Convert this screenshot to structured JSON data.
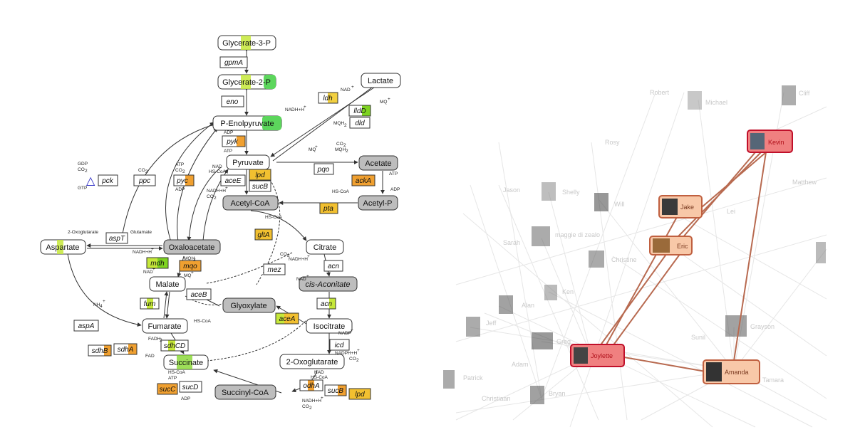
{
  "pathway": {
    "metabolites": [
      {
        "id": "glycerate3p",
        "label": "Glycerate-3-P"
      },
      {
        "id": "glycerate2p",
        "label": "Glycerate-2-P"
      },
      {
        "id": "pep",
        "label": "P-Enolpyruvate"
      },
      {
        "id": "lactate",
        "label": "Lactate"
      },
      {
        "id": "pyruvate",
        "label": "Pyruvate"
      },
      {
        "id": "acetate",
        "label": "Acetate"
      },
      {
        "id": "acetylp",
        "label": "Acetyl-P"
      },
      {
        "id": "acetylcoa",
        "label": "Acetyl-CoA"
      },
      {
        "id": "aspartate",
        "label": "Aspartate"
      },
      {
        "id": "oxaloacetate",
        "label": "Oxaloacetate"
      },
      {
        "id": "citrate",
        "label": "Citrate"
      },
      {
        "id": "malate",
        "label": "Malate"
      },
      {
        "id": "cisaconitate",
        "label": "cis-Aconitate"
      },
      {
        "id": "glyoxylate",
        "label": "Glyoxylate"
      },
      {
        "id": "isocitrate",
        "label": "Isocitrate"
      },
      {
        "id": "fumarate",
        "label": "Fumarate"
      },
      {
        "id": "oxoglutarate",
        "label": "2-Oxoglutarate"
      },
      {
        "id": "succinate",
        "label": "Succinate"
      },
      {
        "id": "succinylcoa",
        "label": "Succinyl-CoA"
      }
    ],
    "enzymes": [
      {
        "id": "gpmA",
        "label": "gpmA"
      },
      {
        "id": "eno",
        "label": "eno"
      },
      {
        "id": "ldh",
        "label": "ldh"
      },
      {
        "id": "lldD",
        "label": "lldD"
      },
      {
        "id": "dld",
        "label": "dld"
      },
      {
        "id": "pyk",
        "label": "pyk"
      },
      {
        "id": "pck",
        "label": "pck"
      },
      {
        "id": "ppc",
        "label": "ppc"
      },
      {
        "id": "pyc",
        "label": "pyc"
      },
      {
        "id": "aceE",
        "label": "aceE"
      },
      {
        "id": "lpd1",
        "label": "lpd"
      },
      {
        "id": "sucB1",
        "label": "sucB"
      },
      {
        "id": "pqo",
        "label": "pqo"
      },
      {
        "id": "ackA",
        "label": "ackA"
      },
      {
        "id": "pta",
        "label": "pta"
      },
      {
        "id": "aspT",
        "label": "aspT"
      },
      {
        "id": "gltA",
        "label": "gltA"
      },
      {
        "id": "mdh",
        "label": "mdh"
      },
      {
        "id": "mqo",
        "label": "mqo"
      },
      {
        "id": "acn1",
        "label": "acn"
      },
      {
        "id": "mez",
        "label": "mez"
      },
      {
        "id": "aceB",
        "label": "aceB"
      },
      {
        "id": "fum",
        "label": "fum"
      },
      {
        "id": "acn2",
        "label": "acn"
      },
      {
        "id": "aceA",
        "label": "aceA"
      },
      {
        "id": "aspA",
        "label": "aspA"
      },
      {
        "id": "icd",
        "label": "icd"
      },
      {
        "id": "sdhB",
        "label": "sdhB"
      },
      {
        "id": "sdhA",
        "label": "sdhA"
      },
      {
        "id": "sdhCD",
        "label": "sdhCD"
      },
      {
        "id": "odhA",
        "label": "odhA"
      },
      {
        "id": "sucB2",
        "label": "sucB"
      },
      {
        "id": "lpd2",
        "label": "lpd"
      },
      {
        "id": "sucC",
        "label": "sucC"
      },
      {
        "id": "sucD",
        "label": "sucD"
      }
    ],
    "cofactors": [
      {
        "id": "c1",
        "text": "NAD"
      },
      {
        "id": "c1s",
        "text": "+"
      },
      {
        "id": "c2",
        "text": "NADH+H"
      },
      {
        "id": "c2s",
        "text": "+"
      },
      {
        "id": "c3",
        "text": "MQ"
      },
      {
        "id": "c3s",
        "text": "+"
      },
      {
        "id": "c4",
        "text": "MQH"
      },
      {
        "id": "c4s",
        "text": "2"
      },
      {
        "id": "c5",
        "text": "ADP"
      },
      {
        "id": "c6",
        "text": "ATP"
      },
      {
        "id": "c7",
        "text": "GDP"
      },
      {
        "id": "c8",
        "text": "CO"
      },
      {
        "id": "c8s",
        "text": "2"
      },
      {
        "id": "c9",
        "text": "GTP"
      },
      {
        "id": "c10",
        "text": "CO"
      },
      {
        "id": "c10s",
        "text": "2"
      },
      {
        "id": "c11",
        "text": "ATP"
      },
      {
        "id": "c12",
        "text": "CO"
      },
      {
        "id": "c12s",
        "text": "2"
      },
      {
        "id": "c13",
        "text": "ADP"
      },
      {
        "id": "c14",
        "text": "NAD"
      },
      {
        "id": "c15",
        "text": "HS-CoA"
      },
      {
        "id": "c16",
        "text": "NADH+H"
      },
      {
        "id": "c16s",
        "text": "+"
      },
      {
        "id": "c17",
        "text": "CO"
      },
      {
        "id": "c17s",
        "text": "2"
      },
      {
        "id": "c18",
        "text": "MQ"
      },
      {
        "id": "c18s",
        "text": "+"
      },
      {
        "id": "c19",
        "text": "CO"
      },
      {
        "id": "c19s",
        "text": "2"
      },
      {
        "id": "c20",
        "text": "MQH"
      },
      {
        "id": "c20s",
        "text": "2"
      },
      {
        "id": "c21",
        "text": "ATP"
      },
      {
        "id": "c22",
        "text": "ADP"
      },
      {
        "id": "c23",
        "text": "HS-CoA"
      },
      {
        "id": "c24",
        "text": "HS-CoA"
      },
      {
        "id": "c25",
        "text": "2-Oxoglutarate"
      },
      {
        "id": "c26",
        "text": "Glutamate"
      },
      {
        "id": "c27",
        "text": "NADH+H"
      },
      {
        "id": "c27s",
        "text": "+"
      },
      {
        "id": "c28",
        "text": "MQH"
      },
      {
        "id": "c28s",
        "text": "2"
      },
      {
        "id": "c29",
        "text": "NAD"
      },
      {
        "id": "c29s",
        "text": "+"
      },
      {
        "id": "c30",
        "text": "MQ"
      },
      {
        "id": "c30s",
        "text": "+"
      },
      {
        "id": "c31",
        "text": "CO"
      },
      {
        "id": "c31s",
        "text": "2"
      },
      {
        "id": "c32",
        "text": "NADH+H"
      },
      {
        "id": "c32s",
        "text": "+"
      },
      {
        "id": "c33",
        "text": "NAD"
      },
      {
        "id": "c33s",
        "text": "+"
      },
      {
        "id": "c34",
        "text": "NH"
      },
      {
        "id": "c34s",
        "text": "4"
      },
      {
        "id": "c34p",
        "text": "+"
      },
      {
        "id": "c35",
        "text": "HS-CoA"
      },
      {
        "id": "c36",
        "text": "FADH"
      },
      {
        "id": "c36s",
        "text": "2"
      },
      {
        "id": "c37",
        "text": "FAD"
      },
      {
        "id": "c38",
        "text": "NADP"
      },
      {
        "id": "c38s",
        "text": "+"
      },
      {
        "id": "c39",
        "text": "NADPH+H"
      },
      {
        "id": "c39s",
        "text": "+"
      },
      {
        "id": "c40",
        "text": "CO"
      },
      {
        "id": "c40s",
        "text": "2"
      },
      {
        "id": "c41",
        "text": "HS-CoA"
      },
      {
        "id": "c42",
        "text": "ATP"
      },
      {
        "id": "c43",
        "text": "ADP"
      },
      {
        "id": "c44",
        "text": "NAD"
      },
      {
        "id": "c45",
        "text": "HS-CoA"
      },
      {
        "id": "c46",
        "text": "NADH+H"
      },
      {
        "id": "c46s",
        "text": "+"
      },
      {
        "id": "c47",
        "text": "CO"
      },
      {
        "id": "c47s",
        "text": "2"
      }
    ],
    "delta_symbol": "△",
    "colors": {
      "green": "#7ed321",
      "lime": "#c6e83a",
      "orange": "#f0a030",
      "yellow": "#f2d040",
      "gray": "#bdbdbd"
    }
  },
  "network": {
    "nodes": [
      {
        "id": "robert",
        "label": "Robert"
      },
      {
        "id": "michael",
        "label": "Michael"
      },
      {
        "id": "cliff",
        "label": "Cliff"
      },
      {
        "id": "rosy",
        "label": "Rosy"
      },
      {
        "id": "jason",
        "label": "Jason"
      },
      {
        "id": "shelly",
        "label": "Shelly"
      },
      {
        "id": "will",
        "label": "Will"
      },
      {
        "id": "lei",
        "label": "Lei"
      },
      {
        "id": "matthew",
        "label": "Matthew"
      },
      {
        "id": "sarah",
        "label": "Sarah"
      },
      {
        "id": "maggie",
        "label": "maggie di zealo"
      },
      {
        "id": "christine",
        "label": "Christine"
      },
      {
        "id": "ken",
        "label": "Ken"
      },
      {
        "id": "alan",
        "label": "Alan"
      },
      {
        "id": "jeff",
        "label": "Jeff"
      },
      {
        "id": "greg",
        "label": "Greg"
      },
      {
        "id": "grayson",
        "label": "Grayson"
      },
      {
        "id": "sunil",
        "label": "Sunil"
      },
      {
        "id": "adam",
        "label": "Adam"
      },
      {
        "id": "patrick",
        "label": "Patrick"
      },
      {
        "id": "christiaan",
        "label": "Christiaan"
      },
      {
        "id": "bryan",
        "label": "Bryan"
      },
      {
        "id": "tamara",
        "label": "Tamara"
      }
    ],
    "highlighted": [
      {
        "id": "kevin",
        "label": "Kevin",
        "style": "red"
      },
      {
        "id": "jake",
        "label": "Jake",
        "style": "peach"
      },
      {
        "id": "eric",
        "label": "Eric",
        "style": "peach"
      },
      {
        "id": "joylette",
        "label": "Joylette",
        "style": "red"
      },
      {
        "id": "amanda",
        "label": "Amanda",
        "style": "peach"
      }
    ],
    "colors": {
      "red_fill": "#f08080",
      "red_border": "#c0102a",
      "peach_fill": "#f8c8a8",
      "peach_border": "#c06040",
      "edge": "#b86a50",
      "red_text": "#b0101a",
      "peach_text": "#7a3a20"
    }
  }
}
